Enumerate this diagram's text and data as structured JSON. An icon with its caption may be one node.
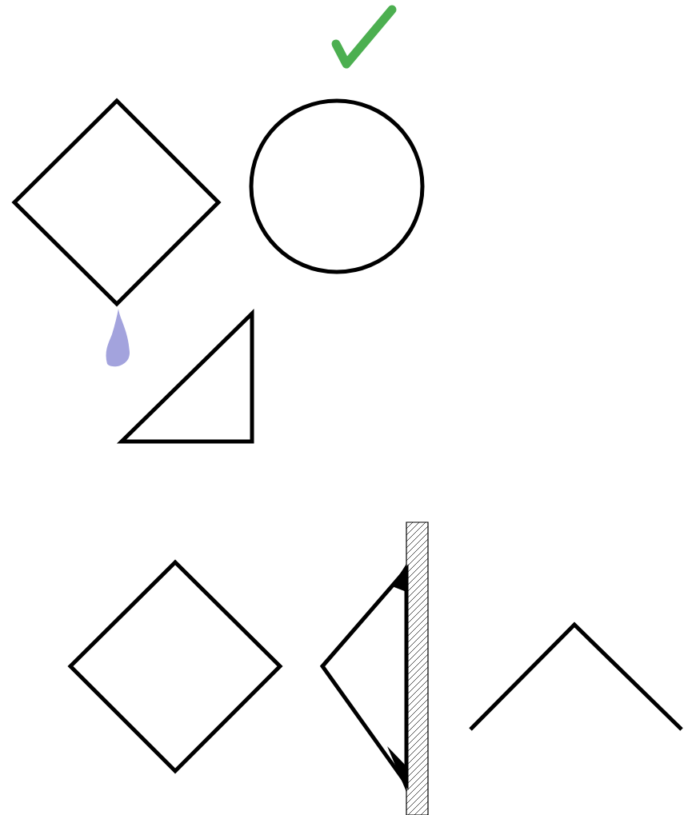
{
  "diagram": {
    "nodes": [
      {
        "text": [],
        "shape": "diamond"
      },
      {
        "text": [],
        "shape": "circle"
      },
      {
        "text": [],
        "shape": "triangle"
      },
      {
        "text": [],
        "shape": "diamond"
      },
      {
        "text": [],
        "shape": "triangle"
      },
      {
        "text": [],
        "shape": "chevron"
      }
    ]
  }
}
